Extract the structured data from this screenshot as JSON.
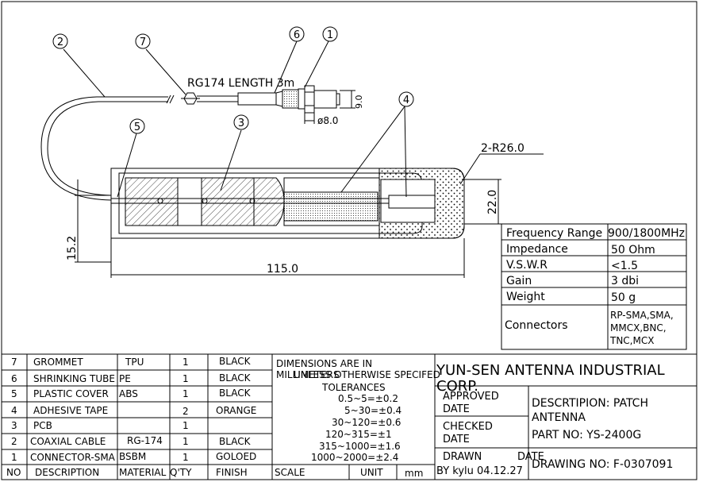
{
  "drawing": {
    "callouts": [
      "1",
      "2",
      "3",
      "4",
      "5",
      "6",
      "7"
    ],
    "cable_label": "RG174 LENGTH  3m",
    "dim_height_connector": "9.0",
    "dim_diameter_connector": "ø8.0",
    "dim_radius": "2-R26.0",
    "dim_width_housing": "22.0",
    "dim_offset": "15.2",
    "dim_length": "115.0"
  },
  "specs": [
    {
      "label": "Frequency Range",
      "value": "900/1800MHz"
    },
    {
      "label": "Impedance",
      "value": "50 Ohm"
    },
    {
      "label": "V.S.W.R",
      "value": "<1.5"
    },
    {
      "label": "Gain",
      "value": "3 dbi"
    },
    {
      "label": "Weight",
      "value": "50 g"
    },
    {
      "label": "Connectors",
      "value_lines": [
        "RP-SMA,SMA,",
        "MMCX,BNC,",
        "TNC,MCX"
      ]
    }
  ],
  "bom": {
    "header": {
      "no": "NO",
      "description": "DESCRIPTION",
      "material": "MATERIAL",
      "qty": "Q'TY",
      "finish": "FINISH"
    },
    "rows": [
      {
        "no": "7",
        "description": "GROMMET",
        "material": "TPU",
        "qty": "1",
        "finish": "BLACK"
      },
      {
        "no": "6",
        "description": "SHRINKING TUBE",
        "material": "PE",
        "qty": "1",
        "finish": "BLACK"
      },
      {
        "no": "5",
        "description": "PLASTIC COVER",
        "material": "ABS",
        "qty": "1",
        "finish": "BLACK"
      },
      {
        "no": "4",
        "description": "ADHESIVE TAPE",
        "material": "",
        "qty": "2",
        "finish": "ORANGE"
      },
      {
        "no": "3",
        "description": "PCB",
        "material": "",
        "qty": "1",
        "finish": ""
      },
      {
        "no": "2",
        "description": "COAXIAL CABLE",
        "material": "RG-174",
        "qty": "1",
        "finish": "BLACK"
      },
      {
        "no": "1",
        "description": "CONNECTOR-SMA",
        "material": "BSBM",
        "qty": "1",
        "finish": "GOLOED"
      }
    ]
  },
  "tolerances": {
    "line1": "DIMENSIONS ARE IN",
    "line2a": "MILLIMETERS",
    "line2b": "UNLESS OTHERWISE SPECIFED",
    "title": "TOLERANCES",
    "items": [
      "0.5~5=±0.2",
      "5~30=±0.4",
      "30~120=±0.6",
      "120~315=±1",
      "315~1000=±1.6",
      "1000~2000=±2.4"
    ],
    "scale_label": "SCALE",
    "unit_label": "UNIT",
    "unit_value": "mm"
  },
  "title_block": {
    "company_line1": "YUN-SEN  ANTENNA  INDUSTRIAL",
    "company_line2": "CORP.",
    "approved": "APPROVED",
    "date1": "DATE",
    "checked": "CHECKED",
    "date2": "DATE",
    "drawn": "DRAWN",
    "date3": "DATE",
    "drawn_by": "BY kylu  04.12.27",
    "description_line1": "DESCRTIPION: PATCH",
    "description_line2": "ANTENNA",
    "part_no": "PART NO:   YS-2400G",
    "drawing_no": "DRAWING NO:  F-0307091"
  }
}
